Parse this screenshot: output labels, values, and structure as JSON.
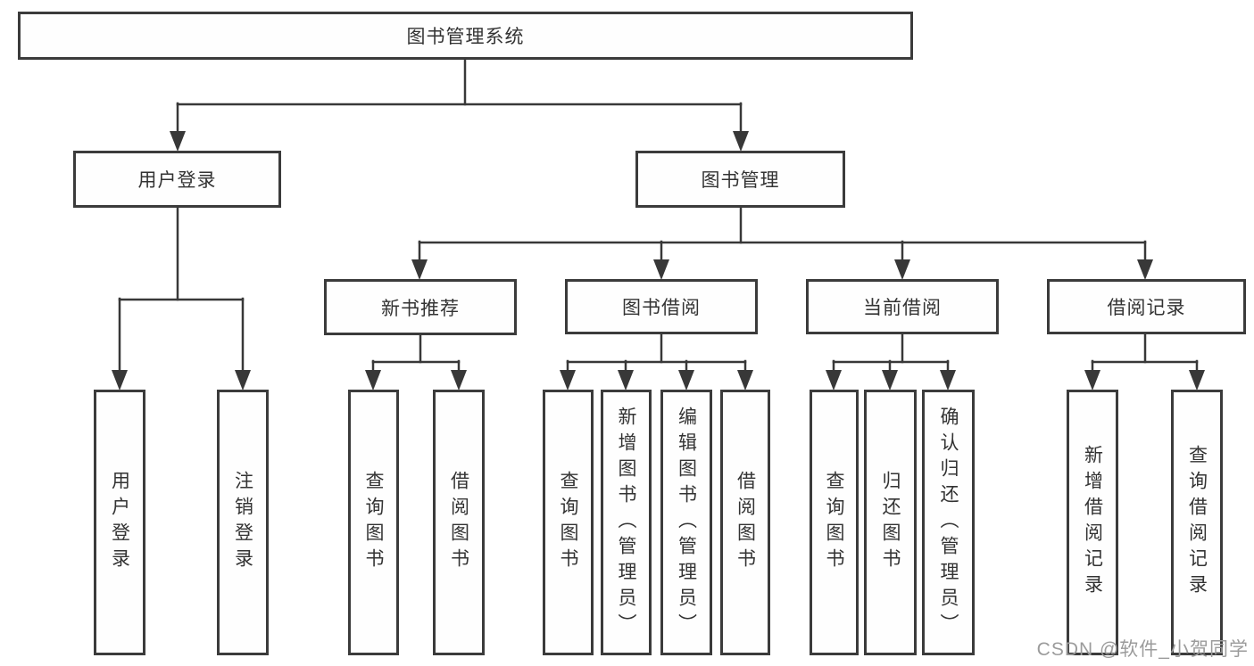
{
  "root": {
    "label": "图书管理系统"
  },
  "branches": {
    "user_login": {
      "label": "用户登录",
      "children": {
        "login": "用户登录",
        "logout": "注销登录"
      }
    },
    "book_mgmt": {
      "label": "图书管理",
      "sections": {
        "new_book_rec": {
          "label": "新书推荐",
          "children": {
            "query_books": "查询图书",
            "borrow_books": "借阅图书"
          }
        },
        "book_borrow": {
          "label": "图书借阅",
          "children": {
            "query_books": "查询图书",
            "add_books": "新增图书（管理员）",
            "edit_books": "编辑图书（管理员）",
            "borrow_books": "借阅图书"
          }
        },
        "current_borrow": {
          "label": "当前借阅",
          "children": {
            "query_books": "查询图书",
            "return_books": "归还图书",
            "confirm_return": "确认归还（管理员）"
          }
        },
        "borrow_records": {
          "label": "借阅记录",
          "children": {
            "add_record": "新增借阅记录",
            "query_record": "查询借阅记录"
          }
        }
      }
    }
  },
  "watermark": "CSDN @软件_小贺同学",
  "colors": {
    "line": "#383838",
    "border": "#3b3b3b",
    "text": "#333333",
    "watermark": "#9b9b9b",
    "background": "#ffffff"
  }
}
